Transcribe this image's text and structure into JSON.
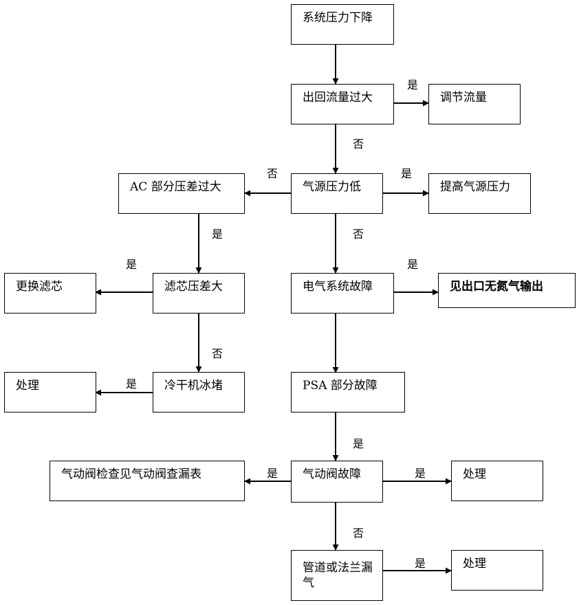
{
  "nodes": {
    "n1": "系统压力下降",
    "n2": "出回流量过大",
    "n3": "调节流量",
    "n4": "气源压力低",
    "n5": "提高气源压力",
    "n6": "AC 部分压差过大",
    "n7": "电气系统故障",
    "n8": "见出口无氮气输出",
    "n9": "滤芯压差大",
    "n10": "更换滤芯",
    "n11": "冷干机冰堵",
    "n12": "处理",
    "n13": "PSA 部分故障",
    "n14": "气动阀故障",
    "n15": "气动阀检查见气动阀查漏表",
    "n16": "处理",
    "n17": "管道或法兰漏气",
    "n18": "处理"
  },
  "labels": {
    "yes": "是",
    "no": "否"
  }
}
